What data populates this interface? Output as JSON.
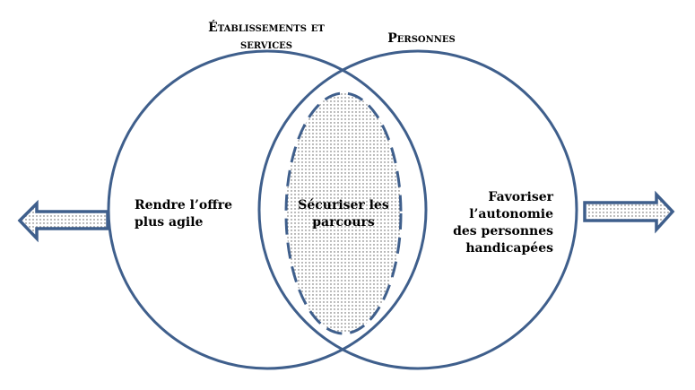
{
  "titles": {
    "left_circle": "Établissements et services",
    "right_circle": "Personnes"
  },
  "labels": {
    "left": "Rendre l’offre plus agile",
    "center": "Sécuriser les parcours",
    "right": "Favoriser l’autonomie des personnes handicapées"
  },
  "colors": {
    "stroke": "#3f5f8c"
  }
}
